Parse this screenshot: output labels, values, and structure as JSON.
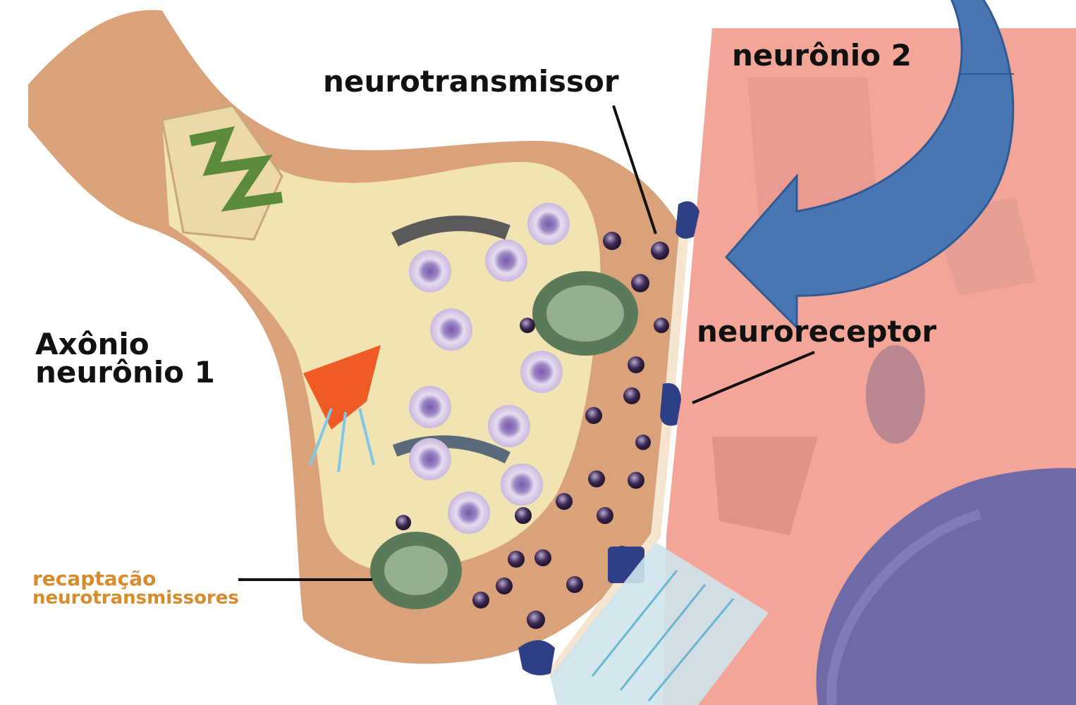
{
  "labels": {
    "neuron2": "neurônio 2",
    "neurotransmitter": "neurotransmissor",
    "axon_line1": "Axônio",
    "axon_line2": "neurônio 1",
    "neuroreceptor": "neuroreceptor",
    "reuptake_line1": "recaptação",
    "reuptake_line2": "neurotransmissores"
  },
  "colors": {
    "axon": "#d9a27a",
    "terminal_inner": "#f2e3b3",
    "neuron2": "#f3a597",
    "nucleus": "#6e6aa8",
    "arrow": "#4a76b4",
    "arrow_stroke": "#2f5a93",
    "reuptake_text": "#d98a2a",
    "vesicle": "#d7cbe6",
    "transmitter": "#3e2a55",
    "receptor": "#2f3f86"
  },
  "icons": [
    "curved-arrow-icon",
    "vesicle-icon",
    "mitochondrion-icon",
    "receptor-icon"
  ]
}
